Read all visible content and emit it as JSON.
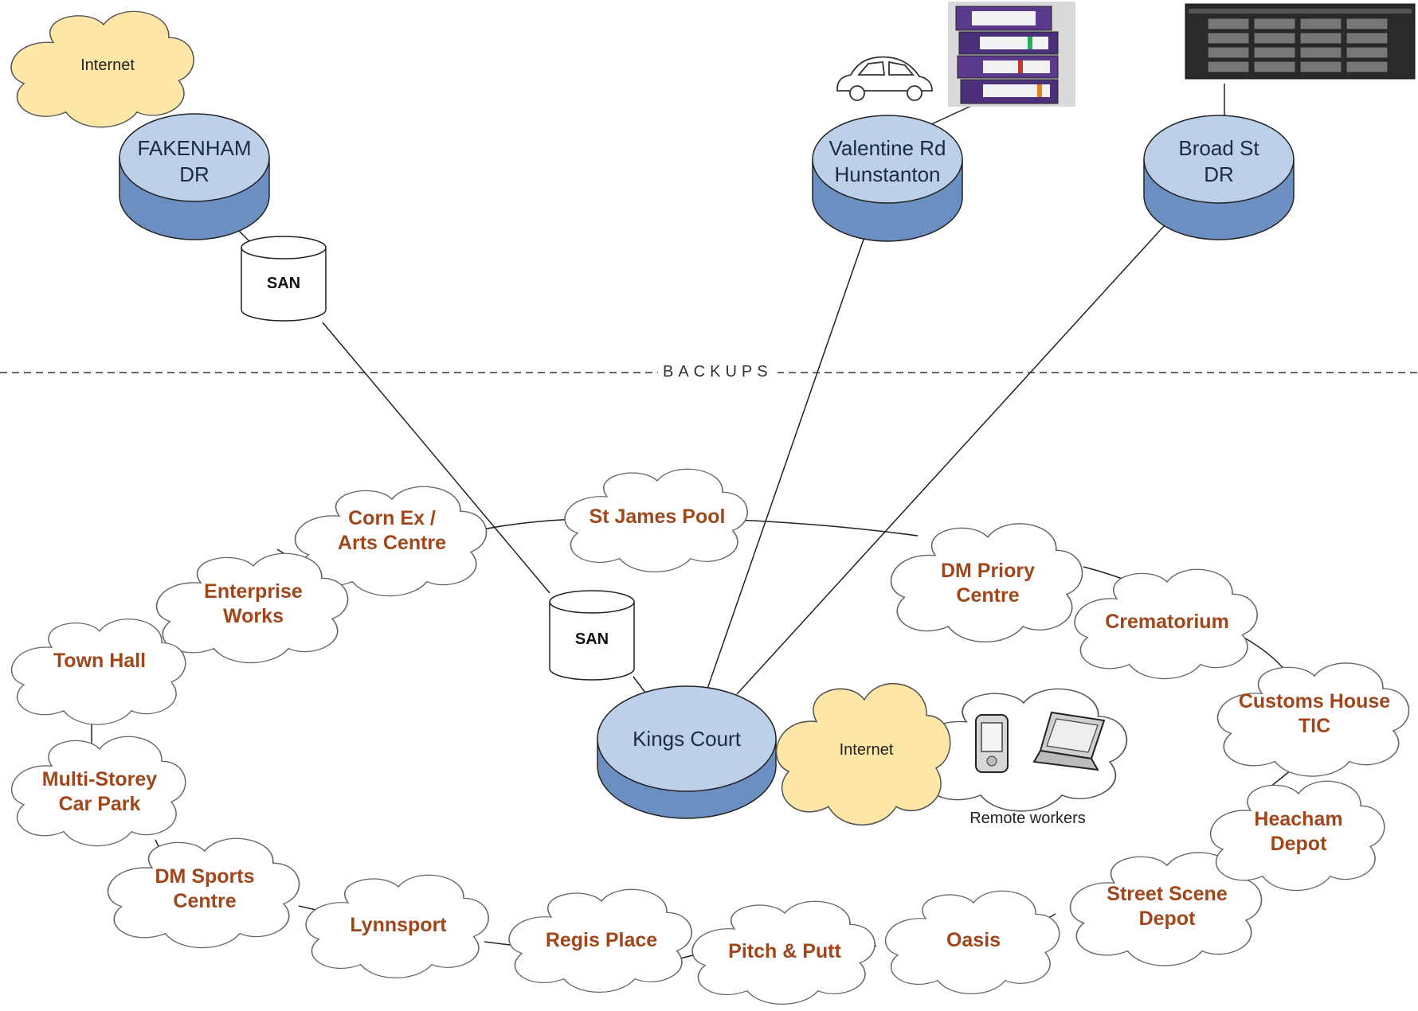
{
  "backups_label": "BACKUPS",
  "colors": {
    "hub_top": "#bcd0ea",
    "hub_side": "#6c8fc2",
    "internet": "#fde6a6",
    "site_text": "#a0461a",
    "line": "#222222"
  },
  "hubs": {
    "fakenham": "FAKENHAM\nDR",
    "valentine": "Valentine Rd\nHunstanton",
    "broad": "Broad St\nDR",
    "kings": "Kings Court"
  },
  "internet_top": "Internet",
  "internet_main": "Internet",
  "remote_workers": "Remote workers",
  "san_top": "SAN",
  "san_main": "SAN",
  "sites": {
    "st_james": "St James Pool",
    "corn_ex": "Corn Ex /\nArts Centre",
    "enterprise": "Enterprise\nWorks",
    "town_hall": "Town Hall",
    "multi_storey": "Multi-Storey\nCar Park",
    "dm_sports": "DM Sports\nCentre",
    "lynnsport": "Lynnsport",
    "regis": "Regis Place",
    "pitch": "Pitch & Putt",
    "oasis": "Oasis",
    "street_scene": "Street Scene\nDepot",
    "heacham": "Heacham\nDepot",
    "customs": "Customs House\nTIC",
    "crematorium": "Crematorium",
    "dm_priory": "DM Priory\nCentre"
  },
  "icons": [
    "car-icon",
    "backup-tapes-icon",
    "server-rack-icon",
    "mobile-phone-icon",
    "laptop-icon",
    "san-storage-icon",
    "database-disk-icon"
  ]
}
